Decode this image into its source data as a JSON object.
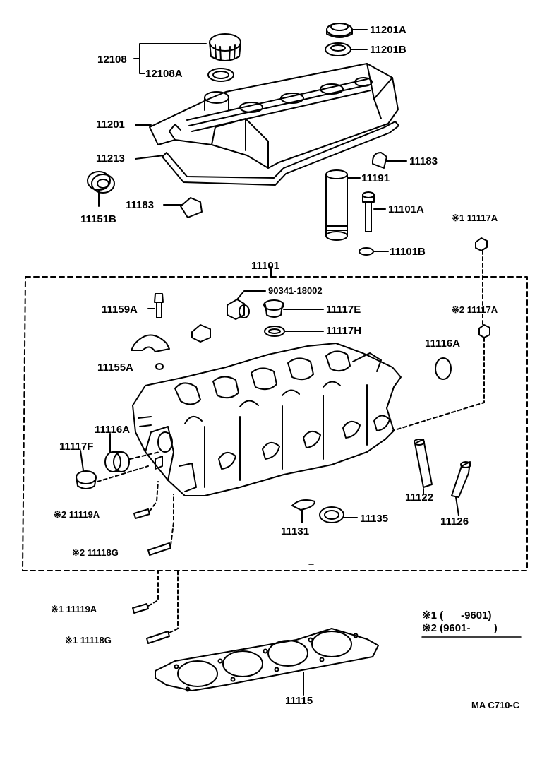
{
  "parts": {
    "p12108": "12108",
    "p12108A": "12108A",
    "p11201A": "11201A",
    "p11201B": "11201B",
    "p11201": "11201",
    "p11213": "11213",
    "p11183_right": "11183",
    "p11183_left": "11183",
    "p11191": "11191",
    "p11151B": "11151B",
    "p11101A": "11101A",
    "p11101B": "11101B",
    "p111117A": "※1 11117A",
    "p11101": "11101",
    "p90341": "90341-18002",
    "p11159A": "11159A",
    "p11117E": "11117E",
    "p211117A": "※2 11117A",
    "p11117H": "11117H",
    "p11116A_right": "11116A",
    "p11155A": "11155A",
    "p11116A_left": "11116A",
    "p11117F": "11117F",
    "p11122": "11122",
    "p211119A": "※2 11119A",
    "p11131": "11131",
    "p11135": "11135",
    "p11126": "11126",
    "p211118G": "※2 11118G",
    "p111119A": "※1 11119A",
    "p111118G": "※1 11118G",
    "p11115": "11115"
  },
  "legend": {
    "row1_mark": "※1",
    "row1_range": "(      -9601)",
    "row2_mark": "※2",
    "row2_range": "(9601-        )"
  },
  "code": "MA C710-C"
}
